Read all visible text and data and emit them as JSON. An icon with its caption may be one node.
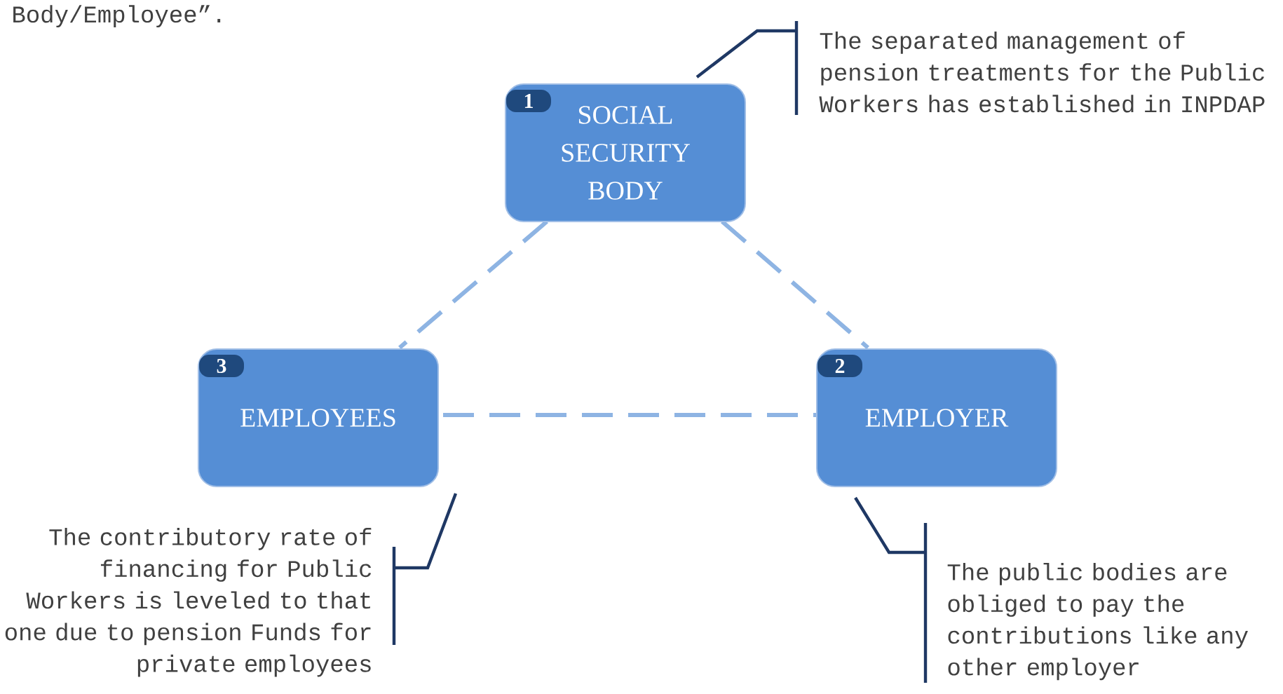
{
  "diagram": {
    "nodes": [
      {
        "text": [
          "1",
          "SOCIAL SECURITY BODY"
        ]
      },
      {
        "text": [
          "2",
          "EMPLOYER"
        ]
      },
      {
        "text": [
          "3",
          "EMPLOYEES"
        ]
      },
      {
        "text": [
          "The separated management of pension treatments for the Public Workers has established in INPDAP"
        ]
      },
      {
        "text": [
          "The public bodies are obliged  to pay the contributions like any other employer"
        ]
      },
      {
        "text": [
          "The contributory rate of financing for Public Workers is leveled to that one due to pension Funds for private employees"
        ]
      }
    ],
    "edges": [
      {
        "from": 0,
        "to": 2,
        "arrow": "none",
        "style": "dashed",
        "color": "#8eb4e3"
      },
      {
        "from": 0,
        "to": 1,
        "arrow": "none",
        "style": "dashed",
        "color": "#8eb4e3"
      },
      {
        "from": 2,
        "to": 1,
        "arrow": "none",
        "style": "dashed",
        "color": "#8eb4e3"
      },
      {
        "from": 3,
        "to": 0,
        "arrow": "none",
        "color": "#1f3864"
      },
      {
        "from": 4,
        "to": 1,
        "arrow": "none",
        "color": "#1f3864"
      },
      {
        "from": 5,
        "to": 2,
        "arrow": "none",
        "color": "#1f3864"
      }
    ],
    "labels": [
      "Body/Employee”."
    ]
  }
}
